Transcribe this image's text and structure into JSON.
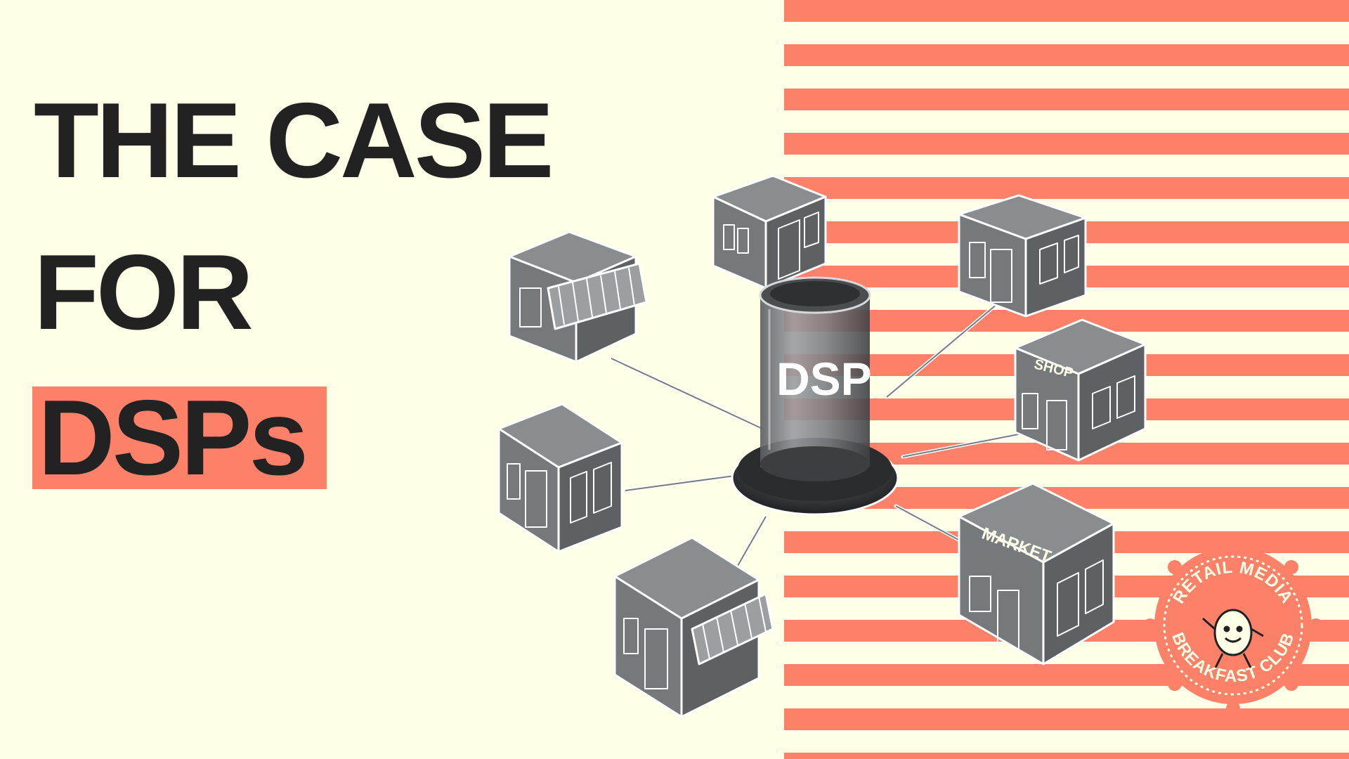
{
  "headline": {
    "line1": "THE CASE",
    "line2": "FOR",
    "line3": "DSPs"
  },
  "illustration": {
    "hub_label": "DSP",
    "store_labels": [
      "SHOP",
      "MARKET"
    ]
  },
  "badge": {
    "top_text": "RETAIL MEDIA",
    "bottom_text": "BREAKFAST CLUB"
  },
  "colors": {
    "background": "#fffee6",
    "accent": "#fd8069",
    "text": "#222222",
    "store": "#6b6e70"
  }
}
